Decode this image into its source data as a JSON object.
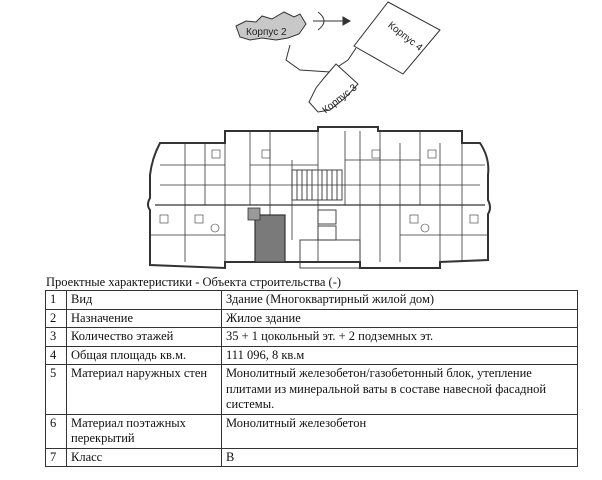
{
  "site_plan": {
    "buildings": [
      "Корпус 2",
      "Корпус 4",
      "Корпус 3"
    ]
  },
  "caption": "Проектные характеристики - Объекта строительства (-)",
  "rows": [
    {
      "num": "1",
      "label": "Вид",
      "value": "Здание (Многоквартирный жилой дом)"
    },
    {
      "num": "2",
      "label": "Назначение",
      "value": "Жилое здание"
    },
    {
      "num": "3",
      "label": "Количество этажей",
      "value": "35 + 1 цокольный эт. + 2 подземных эт."
    },
    {
      "num": "4",
      "label": "Общая площадь кв.м.",
      "value": "111 096, 8 кв.м"
    },
    {
      "num": "5",
      "label": "Материал наружных стен",
      "value": "Монолитный железобетон/газобетонный блок, утепление плитами из минеральной ваты в составе навесной фасадной системы."
    },
    {
      "num": "6",
      "label": "Материал поэтажных перекрытий",
      "value": "Монолитный железобетон"
    },
    {
      "num": "7",
      "label": "Класс",
      "value": "B"
    }
  ],
  "colors": {
    "highlight_apartment": "#7a7a7a",
    "lines": "#333333"
  }
}
